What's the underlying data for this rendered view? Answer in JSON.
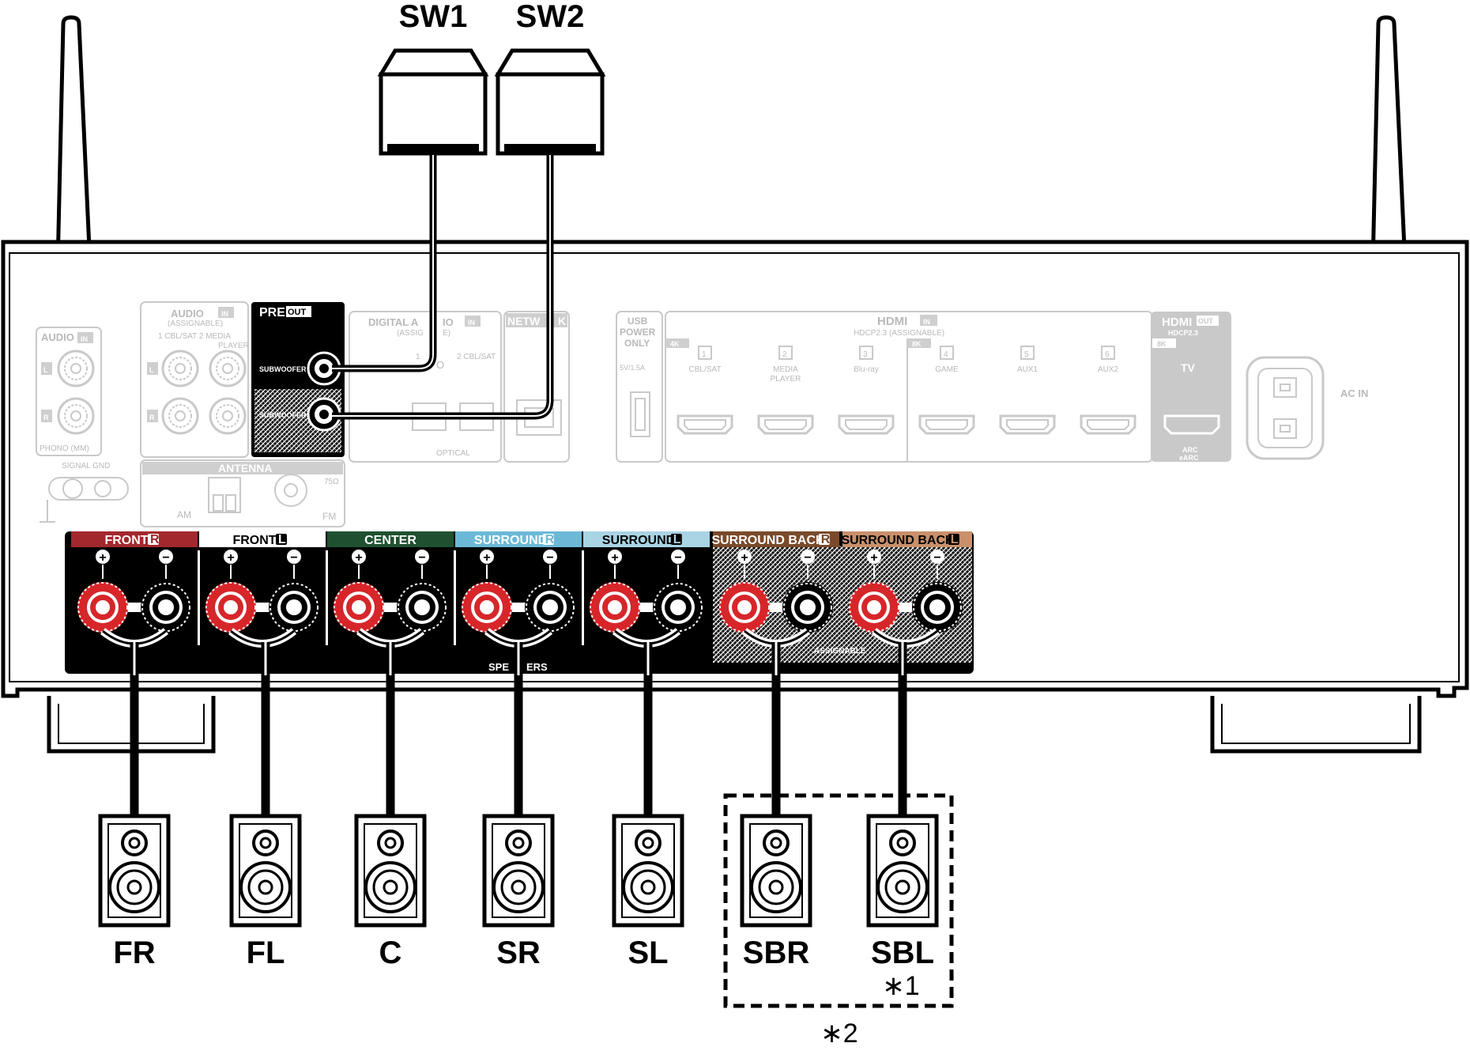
{
  "subwoofers": [
    {
      "label": "SW1"
    },
    {
      "label": "SW2"
    }
  ],
  "speakers": [
    {
      "label": "FR"
    },
    {
      "label": "FL"
    },
    {
      "label": "C"
    },
    {
      "label": "SR"
    },
    {
      "label": "SL"
    },
    {
      "label": "SBR"
    },
    {
      "label": "SBL"
    }
  ],
  "notes": {
    "sbl_note": "∗1",
    "group_note": "∗2"
  },
  "receiver": {
    "audio_in_left": "AUDIO",
    "in_badge": "IN",
    "out_badge": "OUT",
    "l_badge": "L",
    "r_badge": "R",
    "phono": "PHONO (MM)",
    "signal_gnd": "SIGNAL GND",
    "audio_in": "AUDIO",
    "assignable": "(ASSIGNABLE)",
    "cbl_sat_media": "1 CBL/SAT  2 MEDIA",
    "player": "PLAYER",
    "pre": "PRE",
    "subwoofer1": "SUBWOOFER 1",
    "subwoofer2": "SUBWOOFER 2",
    "digital_audio": "DIGITAL A",
    "digital_audio2": "IO",
    "assig": "(ASSIG",
    "assig2": "E)",
    "opt_1": "1",
    "opt_o": "O",
    "opt_2": "2 CBL/SAT",
    "optical": "OPTICAL",
    "network": "NETW",
    "network2": "K",
    "usb": "USB",
    "power": "POWER",
    "only": "ONLY",
    "usb_rating": "5V/1.5A",
    "antenna": "ANTENNA",
    "am": "AM",
    "fm": "FM",
    "ohm": "75Ω",
    "hdmi_in": "HDMI",
    "hdcp_in": "HDCP2.3  (ASSIGNABLE)",
    "hdmi_out": "HDMI",
    "hdcp_out": "HDCP2.3",
    "k4": "4K",
    "k8": "8K",
    "k8b": "8K",
    "tv": "TV",
    "arc": "ARC",
    "earc": "eARC",
    "ac_in": "AC IN",
    "hdmi_inputs": [
      {
        "num": "1",
        "name": "CBL/SAT",
        "name2": ""
      },
      {
        "num": "2",
        "name": "MEDIA",
        "name2": "PLAYER"
      },
      {
        "num": "3",
        "name": "Blu-ray",
        "name2": ""
      },
      {
        "num": "4",
        "name": "GAME",
        "name2": ""
      },
      {
        "num": "5",
        "name": "AUX1",
        "name2": ""
      },
      {
        "num": "6",
        "name": "AUX2",
        "name2": ""
      }
    ],
    "speaker_tabs": [
      {
        "label": "FRONT",
        "badge": "R",
        "color": "#a3282e",
        "text_color": "#ffffff"
      },
      {
        "label": "FRONT",
        "badge": "L",
        "color": "#ffffff",
        "text_color": "#000000"
      },
      {
        "label": "CENTER",
        "badge": "",
        "color": "#1f5130",
        "text_color": "#ffffff"
      },
      {
        "label": "SURROUND",
        "badge": "R",
        "color": "#6bb9d7",
        "text_color": "#ffffff"
      },
      {
        "label": "SURROUND",
        "badge": "L",
        "color": "#a9d4e4",
        "text_color": "#000000"
      },
      {
        "label": "SURROUND BACK",
        "badge": "R",
        "color": "#7a4a2a",
        "text_color": "#ffffff"
      },
      {
        "label": "SURROUND BACK",
        "badge": "L",
        "color": "#c9906b",
        "text_color": "#000000"
      }
    ],
    "speakers_label": "SPE",
    "speakers_label2": "ERS",
    "assignable_label": "ASSIGNABLE",
    "plus": "+",
    "minus": "−"
  }
}
